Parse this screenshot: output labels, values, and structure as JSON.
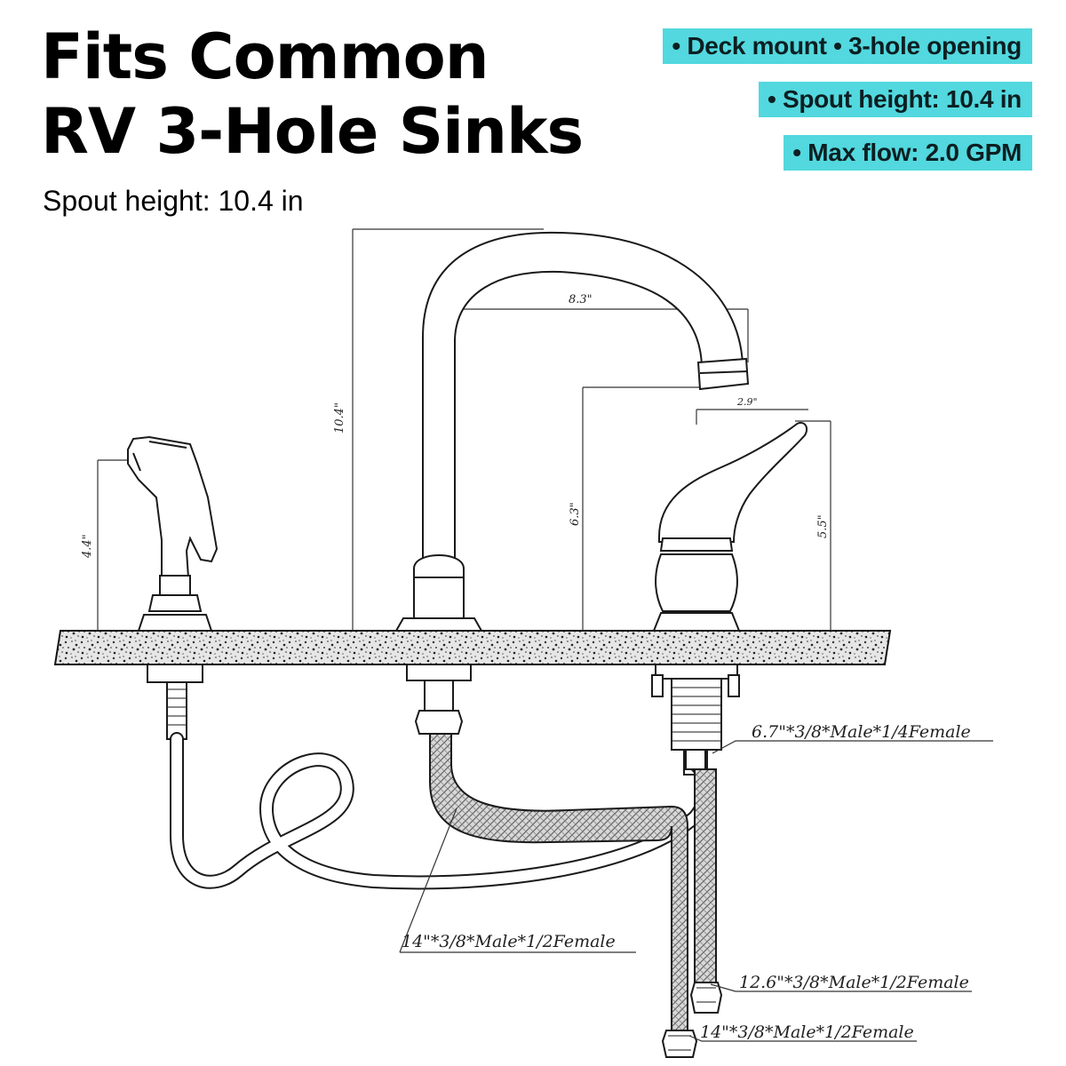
{
  "headline": {
    "line1": "Fits Common",
    "line2": "RV 3-Hole Sinks"
  },
  "subheadline": "Spout height: 10.4 in",
  "badges": [
    "• Deck mount • 3-hole opening",
    "• Spout height: 10.4 in",
    "• Max flow: 2.0 GPM"
  ],
  "dimensions": {
    "spout_height": "10.4\"",
    "spout_reach": "8.3\"",
    "spout_clearance": "6.3\"",
    "handle_width": "2.9\"",
    "handle_height": "5.5\"",
    "sprayer_height": "4.4\""
  },
  "hoses": {
    "sprayer_hose": "6.7\"*3/8*Male*1/4Female",
    "left_supply": "14\"*3/8*Male*1/2Female",
    "right_supply": "12.6\"*3/8*Male*1/2Female",
    "center_supply": "14\"*3/8*Male*1/2Female"
  },
  "colors": {
    "badge_bg": "#52d8de",
    "line": "#1a1a1a"
  }
}
